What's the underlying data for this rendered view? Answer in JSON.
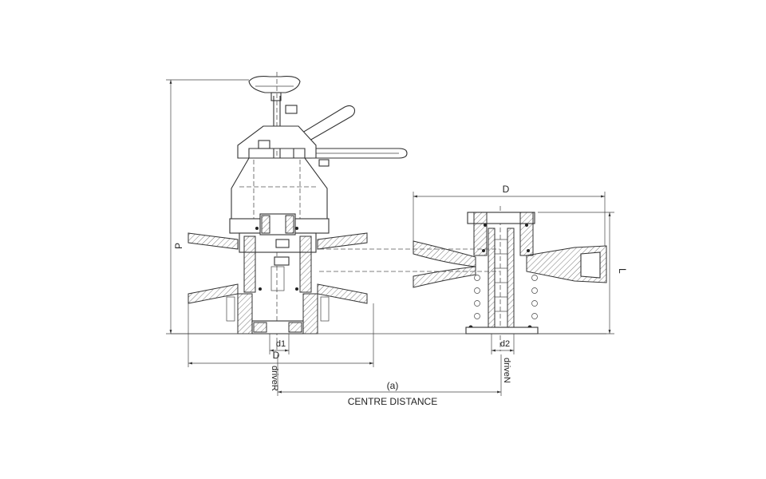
{
  "labels": {
    "p": "P",
    "d_left": "D",
    "d_right": "D",
    "l": "L",
    "d1": "d1",
    "d2": "d2",
    "drive_r": "driveR",
    "drive_n": "driveN",
    "figure": "(a)",
    "centre_distance": "CENTRE DISTANCE"
  }
}
